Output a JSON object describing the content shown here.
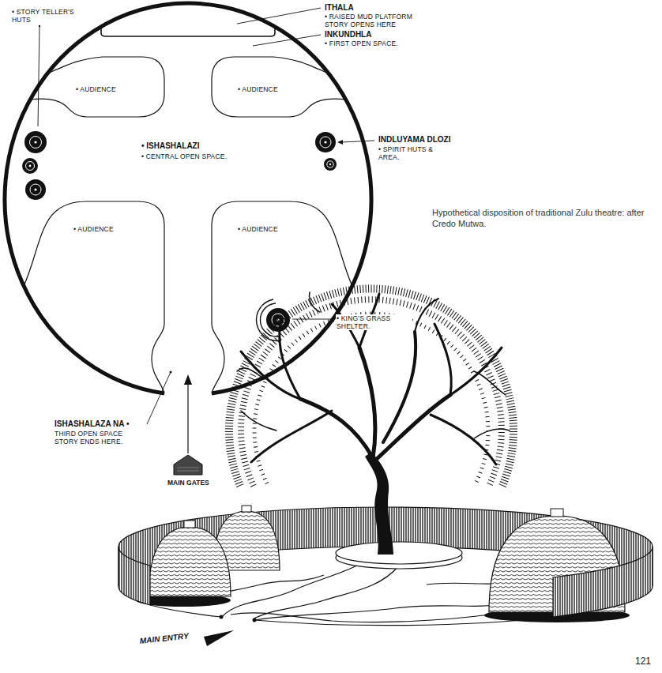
{
  "diagram": {
    "caption": "Hypothetical disposition of traditional Zulu theatre: after Credo Mutwa.",
    "labels": [
      "• STORY TELLER'S HUTS",
      "ITHALA",
      "• RAISED MUD PLATFORM STORY OPENS HERE",
      "INKUNDHLA",
      "• FIRST OPEN SPACE.",
      "• AUDIENCE",
      "• AUDIENCE",
      "INDLUYAMA DLOZI",
      "• SPIRIT HUTS & AREA.",
      "• ISHASHALAZI",
      "• CENTRAL OPEN SPACE.",
      "• AUDIENCE",
      "• AUDIENCE",
      "• KING'S GRASS SHELTER.",
      "ISHASHALAZA NA •",
      "THIRD OPEN SPACE STORY ENDS HERE.",
      "MAIN GATES",
      "MAIN ENTRY",
      "121"
    ]
  }
}
